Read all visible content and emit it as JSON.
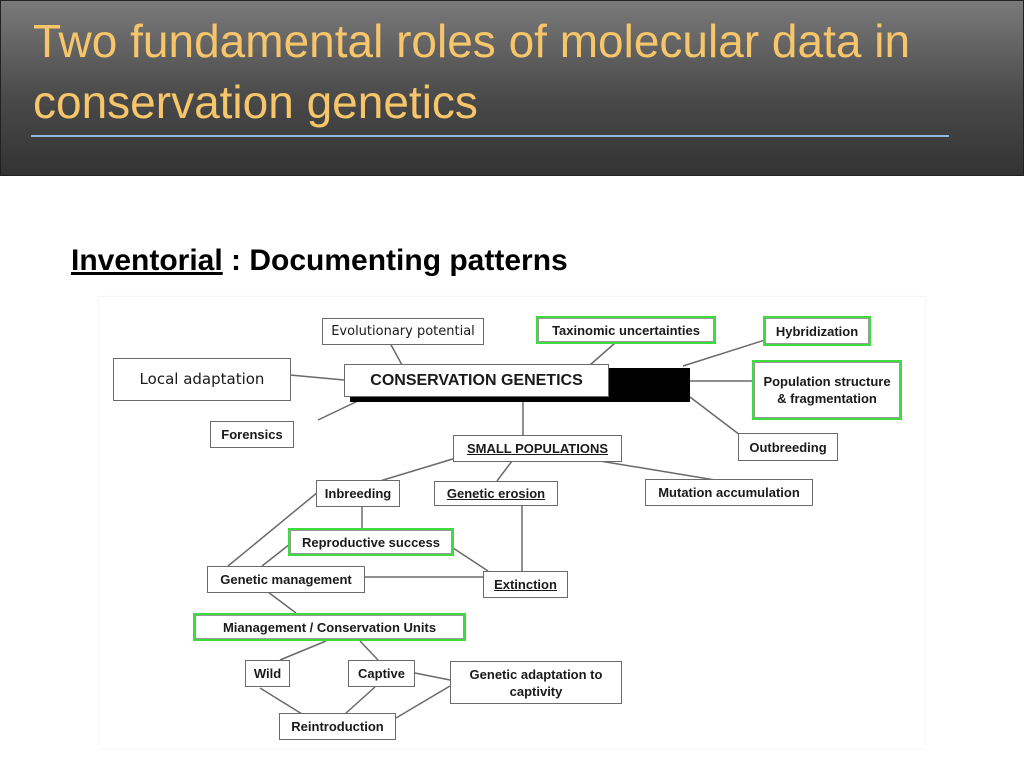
{
  "slide": {
    "title": "Two fundamental roles of molecular data in conservation genetics",
    "subtitle_key": "Inventorial",
    "subtitle_rest": " : Documenting patterns"
  },
  "diagram": {
    "nodes": {
      "evolutionary_potential": "Evolutionary potential",
      "taxonomic_uncertainties": "Taxinomic uncertainties",
      "hybridization": "Hybridization",
      "local_adaptation": "Local adaptation",
      "conservation_genetics": "CONSERVATION GENETICS",
      "population_structure": "Population structure & fragmentation",
      "forensics": "Forensics",
      "small_populations": "SMALL POPULATIONS",
      "outbreeding": "Outbreeding",
      "inbreeding": "Inbreeding",
      "genetic_erosion": "Genetic erosion",
      "mutation_accumulation": "Mutation accumulation",
      "reproductive_success": "Reproductive success",
      "genetic_management": "Genetic management",
      "extinction": "Extinction",
      "management_units": "Mianagement / Conservation Units",
      "wild": "Wild",
      "captive": "Captive",
      "genetic_adaptation_captivity": "Genetic adaptation to captivity",
      "reintroduction": "Reintroduction"
    },
    "colors": {
      "highlight_border": "#3bdc3b",
      "node_border": "#6a6a6a",
      "connector": "#6a6a6a",
      "title_text": "#f7c56a",
      "title_rule": "#8fb8e0"
    }
  }
}
